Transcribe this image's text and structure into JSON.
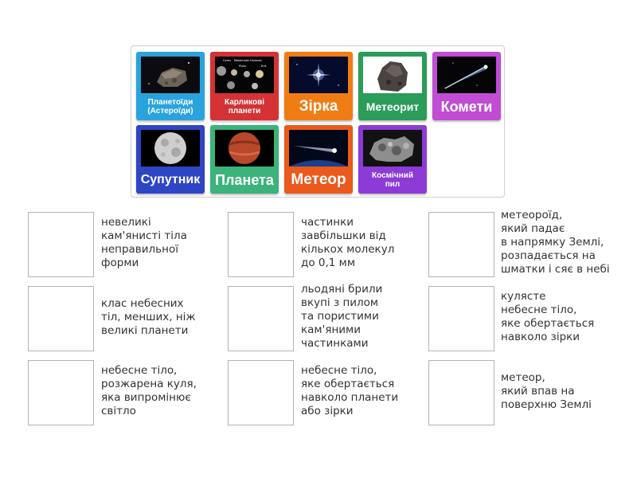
{
  "tiles": [
    {
      "label": "Планетоїди\n(Астероїди)",
      "color": "#29a3dd",
      "icon": "asteroid-image"
    },
    {
      "label": "Карликові\nпланети",
      "color": "#d43235",
      "icon": "dwarf-planets-image",
      "inset_labels": [
        "Ceres",
        "Makemake",
        "Haumea",
        "Pluto",
        "Eris"
      ]
    },
    {
      "label": "Зірка",
      "color": "#f07c14",
      "icon": "star-image"
    },
    {
      "label": "Метеорит",
      "color": "#2b9c5a",
      "icon": "meteorite-image"
    },
    {
      "label": "Комети",
      "color": "#c04dd4",
      "icon": "comet-image"
    },
    {
      "label": "Супутник",
      "color": "#2e45c4",
      "icon": "moon-image"
    },
    {
      "label": "Планета",
      "color": "#3bb37b",
      "icon": "planet-image"
    },
    {
      "label": "Метеор",
      "color": "#ea5a1d",
      "icon": "meteor-image"
    },
    {
      "label": "Космічний\nпил",
      "color": "#8c3bd6",
      "icon": "cosmic-dust-image"
    }
  ],
  "definitions": [
    "невеликі\nкам'янисті тіла\nнеправильної\nформи",
    "частинки\nзавбільшки від\nкількох молекул\nдо 0,1 мм",
    "метеороїд,\nякий падає\nв напрямку Землі,\nрозпадається на\nшматки і сяє в небі",
    "клас небесних\nтіл, менших, ніж\nвеликі планети",
    "льодяні брили\nвкупі з пилом\nта пористими\nкам'яними\nчастинками",
    "кулясте\nнебесне тіло,\nяке обертається\nнавколо зірки",
    "небесне тіло,\nрозжарена куля,\nяка випромінює\nсвітло",
    "небесне тіло,\nяке обертається\nнавколо планети\nабо зірки",
    "метеор,\nякий впав на\nповерхню Землі"
  ]
}
